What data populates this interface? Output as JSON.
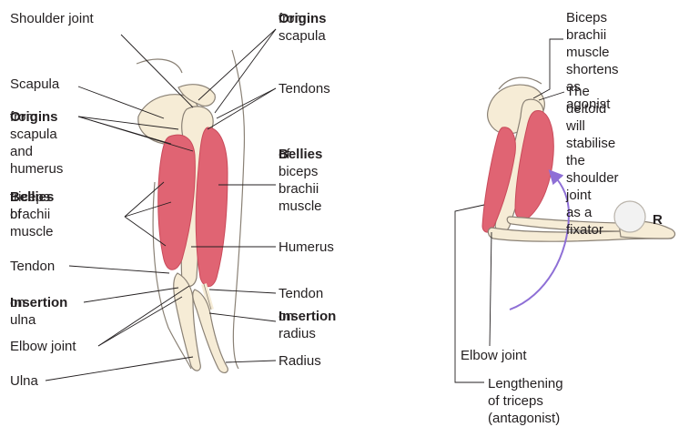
{
  "left_diagram": {
    "labels": {
      "shoulder_joint": "Shoulder joint",
      "scapula": "Scapula",
      "origins_left_title": "Origins",
      "origins_left_text": "from scapula\nand humerus",
      "bellies_triceps_title": "Bellies",
      "bellies_triceps_text_1": " of",
      "bellies_triceps_text_2": "triceps brachii\nmuscle",
      "tendon_left": "Tendon",
      "insertion_ulna_title": "Insertion",
      "insertion_ulna_text": "on ulna",
      "elbow_joint": "Elbow joint",
      "ulna": "Ulna",
      "origins_right_title": "Origins",
      "origins_right_text": "from scapula",
      "tendons": "Tendons",
      "bellies_biceps_title": "Bellies",
      "bellies_biceps_text": "of biceps\nbrachii\nmuscle",
      "humerus": "Humerus",
      "tendon_right": "Tendon",
      "insertion_radius_title": "Insertion",
      "insertion_radius_text": "on radius",
      "radius": "Radius"
    }
  },
  "right_diagram": {
    "labels": {
      "biceps_agonist": "Biceps brachii\nmuscle shortens\nas agonist",
      "deltoid_fixator": "The deltoid will\nstabilise the\nshoulder joint\nas a fixator",
      "resistance_marker": "R",
      "elbow_joint": "Elbow joint",
      "triceps_antagonist": "Lengthening of triceps\n(antagonist)"
    }
  },
  "colors": {
    "muscle": "#e06473",
    "muscle_dark": "#c94a5a",
    "bone": "#f6ecd6",
    "bone_outline": "#8a8175",
    "leader_line": "#231f20",
    "arrow": "#8e6fd6"
  }
}
